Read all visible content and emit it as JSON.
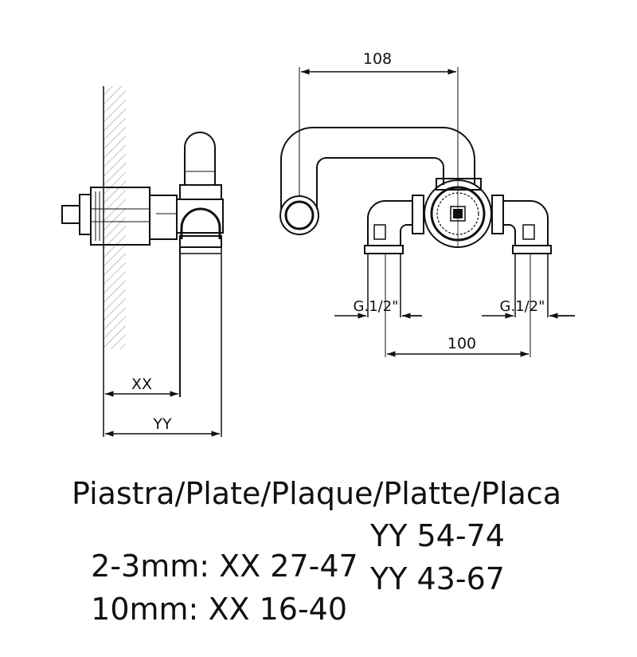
{
  "dimensions": {
    "top_width": "108",
    "inlet_spacing": "100",
    "left_thread": "G.1/2\"",
    "right_thread": "G.1/2\"",
    "xx_label": "XX",
    "yy_label": "YY"
  },
  "caption": {
    "title": "Piastra/Plate/Plaque/Platte/Placa",
    "row1_xx": "2-3mm: XX 27-47",
    "row1_yy": "YY 54-74",
    "row2_xx": "10mm: XX 16-40",
    "row2_yy": "YY 43-67"
  }
}
